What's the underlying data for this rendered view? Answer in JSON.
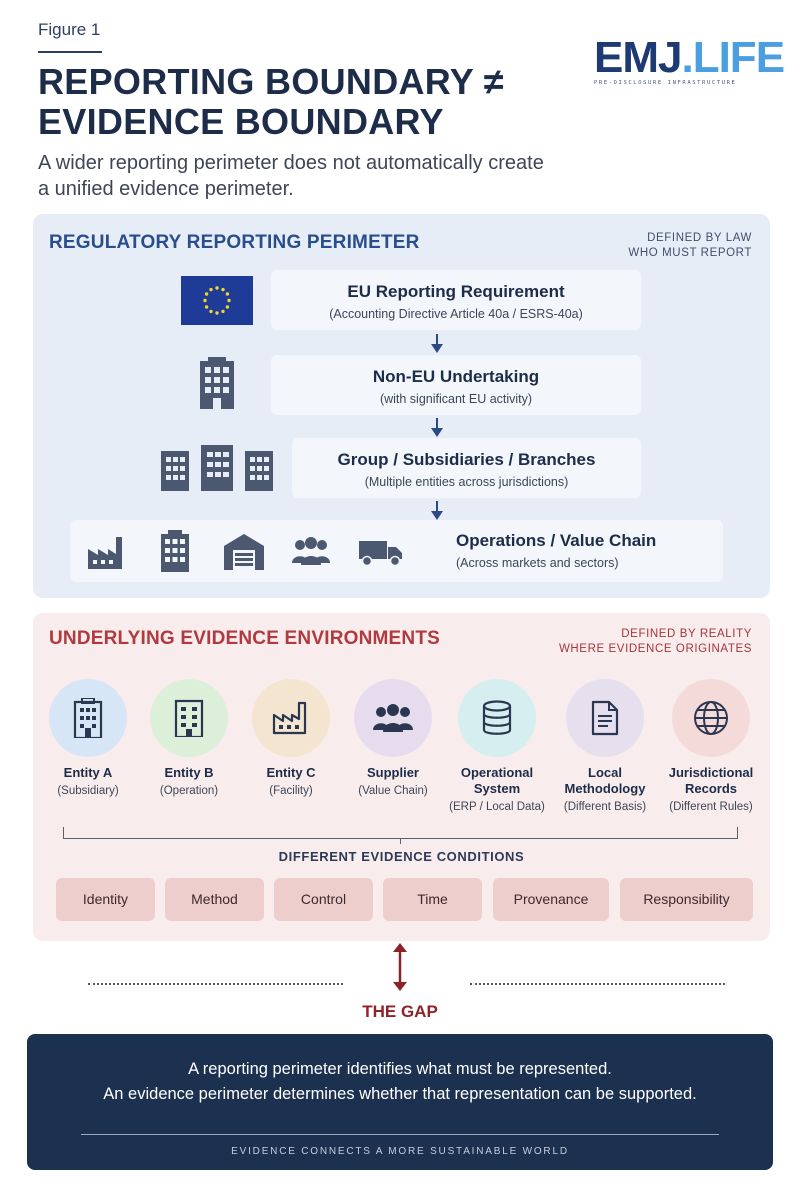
{
  "header": {
    "figure_label": "Figure 1",
    "title_line1": "REPORTING BOUNDARY ≠",
    "title_line2": "EVIDENCE BOUNDARY",
    "subtitle_line1": "A wider reporting perimeter does not automatically create",
    "subtitle_line2": "a unified evidence perimeter."
  },
  "logo": {
    "part1": "EMJ",
    "part2": ".LIFE",
    "tagline": "PRE-DISCLOSURE INFRASTRUCTURE"
  },
  "regulatory": {
    "title": "REGULATORY REPORTING PERIMETER",
    "note_line1": "DEFINED BY LAW",
    "note_line2": "WHO MUST REPORT",
    "levels": [
      {
        "title": "EU Reporting Requirement",
        "sub": "(Accounting Directive Article 40a / ESRS-40a)"
      },
      {
        "title": "Non-EU Undertaking",
        "sub": "(with significant EU activity)"
      },
      {
        "title": "Group / Subsidiaries / Branches",
        "sub": "(Multiple entities across jurisdictions)"
      },
      {
        "title": "Operations / Value Chain",
        "sub": "(Across markets and sectors)"
      }
    ]
  },
  "evidence": {
    "title": "UNDERLYING EVIDENCE ENVIRONMENTS",
    "note_line1": "DEFINED BY REALITY",
    "note_line2": "WHERE EVIDENCE ORIGINATES",
    "entities": [
      {
        "title": "Entity A",
        "sub": "(Subsidiary)",
        "icon": "building-icon",
        "color": "#d6e6f6"
      },
      {
        "title": "Entity B",
        "sub": "(Operation)",
        "icon": "office-icon",
        "color": "#dcefd9"
      },
      {
        "title": "Entity C",
        "sub": "(Facility)",
        "icon": "factory-icon",
        "color": "#f3e5cf"
      },
      {
        "title": "Supplier",
        "sub": "(Value Chain)",
        "icon": "people-icon",
        "color": "#e7dcee"
      },
      {
        "title_line1": "Operational",
        "title_line2": "System",
        "sub": "(ERP / Local Data)",
        "icon": "database-icon",
        "color": "#d5eeef"
      },
      {
        "title_line1": "Local",
        "title_line2": "Methodology",
        "sub": "(Different Basis)",
        "icon": "document-icon",
        "color": "#e6e0ee"
      },
      {
        "title_line1": "Jurisdictional",
        "title_line2": "Records",
        "sub": "(Different Rules)",
        "icon": "globe-icon",
        "color": "#f5dada"
      }
    ],
    "conditions_label": "DIFFERENT EVIDENCE CONDITIONS",
    "conditions": [
      "Identity",
      "Method",
      "Control",
      "Time",
      "Provenance",
      "Responsibility"
    ]
  },
  "gap": {
    "label": "THE GAP"
  },
  "footer": {
    "line1": "A reporting perimeter identifies what must be represented.",
    "line2": "An evidence perimeter determines whether that representation can be supported.",
    "tagline": "EVIDENCE CONNECTS A MORE SUSTAINABLE WORLD"
  },
  "colors": {
    "navy": "#1c2c49",
    "reg_blue": "#2a4e8c",
    "ev_red": "#b03a3f",
    "gap_red": "#8d2228",
    "footer_bg": "#1c3050"
  }
}
